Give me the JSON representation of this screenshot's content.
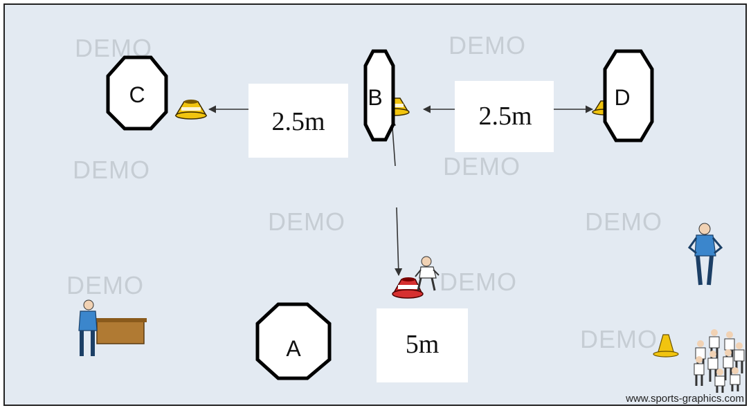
{
  "diagram": {
    "watermark": "DEMO",
    "credit": "www.sports-graphics.com",
    "colors": {
      "background": "#e3eaf2",
      "border": "#222222",
      "cone_yellow": "#f1c40f",
      "cone_red": "#d63030",
      "shirt_blue": "#3b86cc",
      "table_brown": "#b07a33"
    },
    "distances": {
      "left": "2.5m",
      "right": "2.5m",
      "bottom": "5m"
    },
    "markers": {
      "a": "A",
      "b": "B",
      "c": "C",
      "d": "D"
    }
  }
}
